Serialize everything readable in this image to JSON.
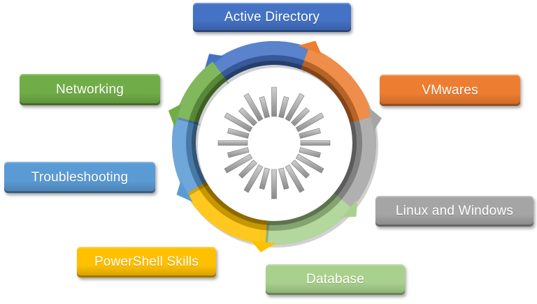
{
  "diagram": {
    "center_icon": "gear-cog-icon",
    "nodes": [
      {
        "key": "active_directory",
        "label": "Active Directory",
        "color": "#4472C4",
        "text_color": "#FFFFFF"
      },
      {
        "key": "vmwares",
        "label": "VMwares",
        "color": "#ED7D31",
        "text_color": "#FFFFFF"
      },
      {
        "key": "linux_windows",
        "label": "Linux and Windows",
        "color": "#A5A5A5",
        "text_color": "#FFFFFF"
      },
      {
        "key": "database",
        "label": "Database",
        "color": "#A9D18E",
        "text_color": "#FFFFFF"
      },
      {
        "key": "powershell",
        "label": "PowerShell Skills",
        "color": "#FFC000",
        "text_color": "#FFFFFF"
      },
      {
        "key": "troubleshooting",
        "label": "Troubleshooting",
        "color": "#5B9BD5",
        "text_color": "#FFFFFF"
      },
      {
        "key": "networking",
        "label": "Networking",
        "color": "#70AD47",
        "text_color": "#FFFFFF"
      }
    ]
  }
}
